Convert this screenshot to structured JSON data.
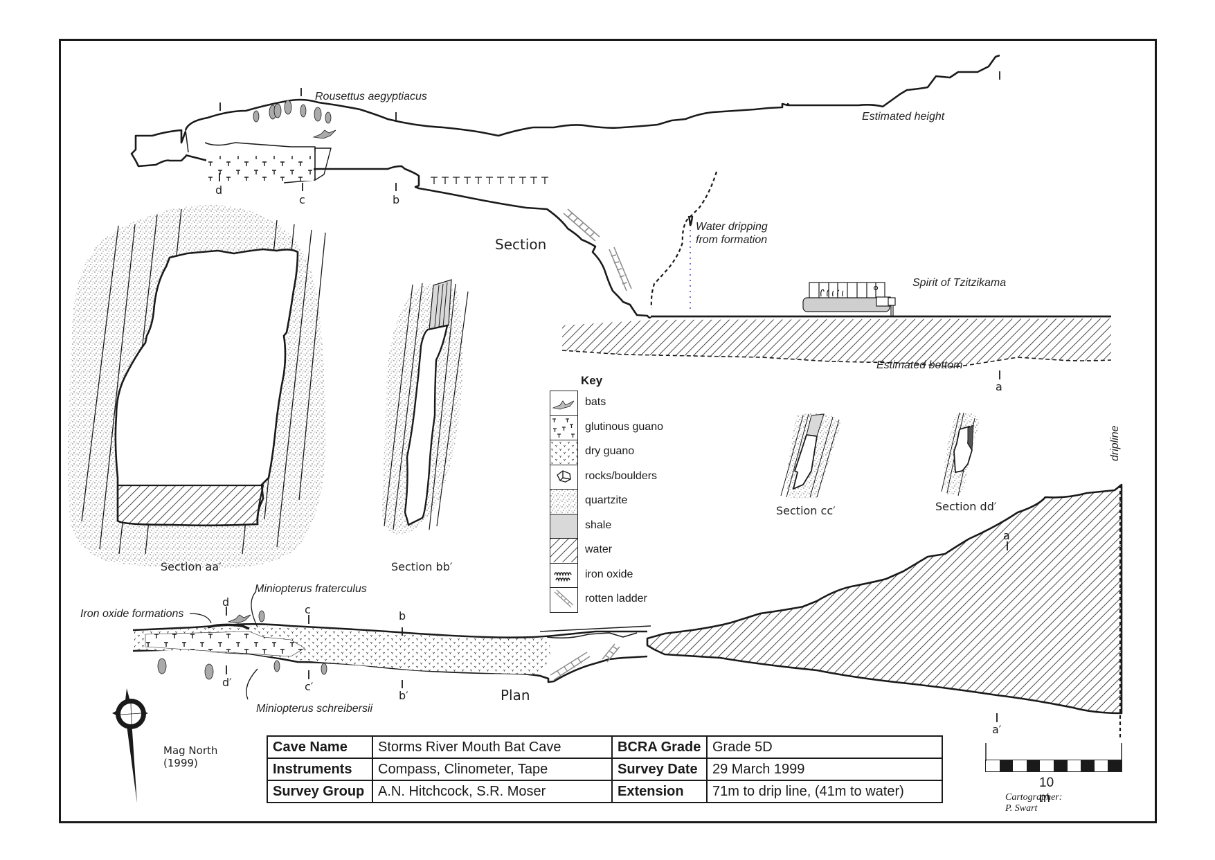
{
  "title_block": {
    "rows": [
      {
        "k1": "Cave Name",
        "v1": "Storms River Mouth Bat Cave",
        "k2": "BCRA Grade",
        "v2": "Grade 5D"
      },
      {
        "k1": "Instruments",
        "v1": "Compass, Clinometer, Tape",
        "k2": "Survey Date",
        "v2": "29 March 1999"
      },
      {
        "k1": "Survey Group",
        "v1": "A.N. Hitchcock, S.R. Moser",
        "k2": "Extension",
        "v2": "71m to drip line, (41m to water)"
      }
    ]
  },
  "views": {
    "section_label": "Section",
    "plan_label": "Plan",
    "section_aa": "Section aa′",
    "section_bb": "Section bb′",
    "section_cc": "Section cc′",
    "section_dd": "Section dd′"
  },
  "annotations": {
    "rousettus": "Rousettus aegyptiacus",
    "estimated_height": "Estimated height",
    "estimated_bottom": "Estimated bottom",
    "water_dripping_1": "Water dripping",
    "water_dripping_2": "from formation",
    "spirit": "Spirit of Tzitzikama",
    "dripline": "dripline",
    "iron_oxide_formations": "Iron oxide formations",
    "miniopterus_fraterculus": "Miniopterus fraterculus",
    "miniopterus_schreibersii": "Miniopterus schreibersii"
  },
  "section_markers": {
    "top": [
      "d",
      "c",
      "b",
      "a"
    ],
    "plan_top": [
      "d",
      "c",
      "b",
      "a"
    ],
    "plan_bottom": [
      "d′",
      "c′",
      "b′",
      "a′"
    ]
  },
  "key": {
    "title": "Key",
    "items": [
      {
        "label": "bats",
        "icon": "bat-icon"
      },
      {
        "label": "glutinous guano",
        "icon": "glutinous-guano-pattern"
      },
      {
        "label": "dry guano",
        "icon": "dry-guano-pattern"
      },
      {
        "label": "rocks/boulders",
        "icon": "boulder-icon"
      },
      {
        "label": "quartzite",
        "icon": "quartzite-pattern"
      },
      {
        "label": "shale",
        "icon": "shale-fill"
      },
      {
        "label": "water",
        "icon": "water-hatch"
      },
      {
        "label": "iron oxide",
        "icon": "iron-oxide-icon"
      },
      {
        "label": "rotten ladder",
        "icon": "ladder-icon"
      }
    ]
  },
  "north_arrow": {
    "line1": "Mag North",
    "line2": "(1999)"
  },
  "scale": {
    "label": "10 m",
    "segments": 10,
    "cartographer": "Cartographer: P. Swart"
  },
  "colors": {
    "ink": "#1a1a1a",
    "shale": "#d9d9d9",
    "ladder": "#8c8c8c",
    "drip": "#3a3aa0",
    "quartzite_dot": "#555555"
  }
}
